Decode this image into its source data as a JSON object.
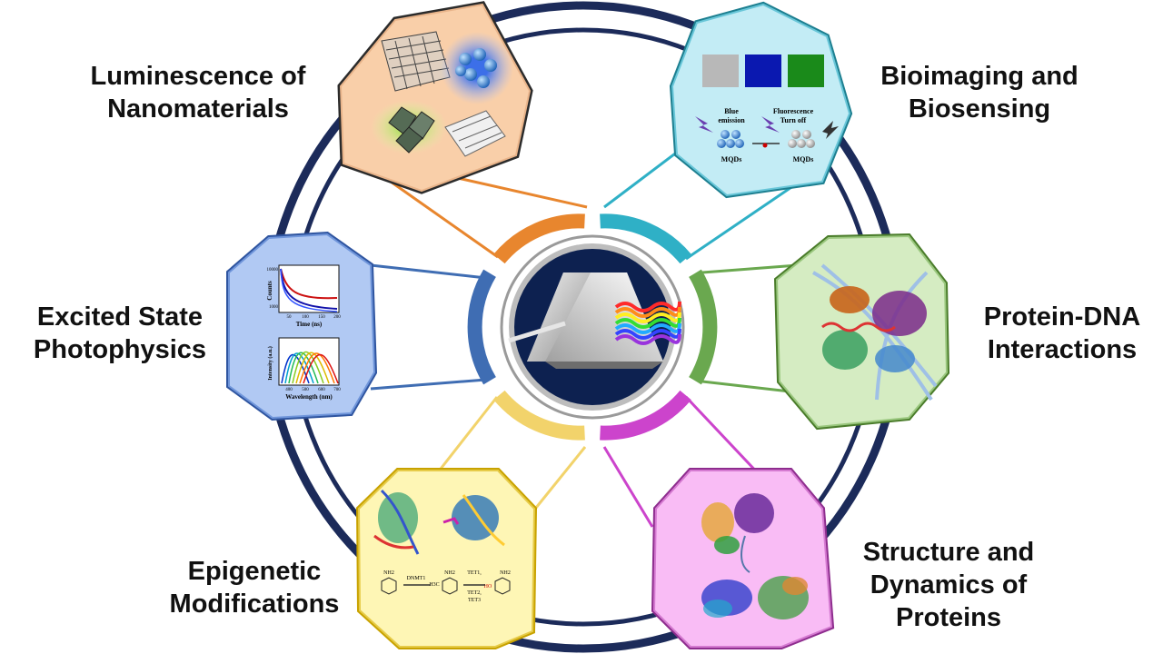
{
  "topics": [
    {
      "id": "luminescence",
      "lines": [
        "Luminescence of",
        "Nanomaterials"
      ],
      "color": "#e8862e"
    },
    {
      "id": "bioimaging",
      "lines": [
        "Bioimaging and",
        "Biosensing"
      ],
      "color": "#2fb0c6"
    },
    {
      "id": "excited",
      "lines": [
        "Excited State",
        "Photophysics"
      ],
      "color": "#3f6db3"
    },
    {
      "id": "protein-dna",
      "lines": [
        "Protein-DNA",
        "Interactions"
      ],
      "color": "#6aa84f"
    },
    {
      "id": "epigenetic",
      "lines": [
        "Epigenetic",
        "Modifications"
      ],
      "color": "#f2d36b"
    },
    {
      "id": "proteins",
      "lines": [
        "Structure and",
        "Dynamics of",
        "Proteins"
      ],
      "color": "#cc44cc"
    }
  ],
  "inset_bioimaging": {
    "left_caption": [
      "Blue",
      "emission"
    ],
    "right_caption": [
      "Fluorescence",
      "Turn off"
    ],
    "left_label": "MQDs",
    "right_label": "MQDs"
  },
  "inset_excited": {
    "decay_ylabel": "Counts",
    "decay_xlabel": "Time (ns)",
    "decay_yticks": [
      "10000",
      "1000"
    ],
    "decay_xticks": [
      "50",
      "100",
      "150",
      "200"
    ],
    "spec_ylabel": "Intensity (a.u.)",
    "spec_xlabel": "Wavelength (nm)",
    "spec_xticks": [
      "400",
      "500",
      "600",
      "700"
    ]
  },
  "inset_epigenetic": {
    "enzyme1": "DNMT1",
    "enzymes2": [
      "TET1,",
      "TET2,",
      "TET3"
    ],
    "group_nh2": "NH2",
    "group_h3c": "H3C",
    "group_ho": "HO"
  },
  "colors": {
    "ring": "#1c2b5a",
    "center_bg": "#0d2150"
  }
}
